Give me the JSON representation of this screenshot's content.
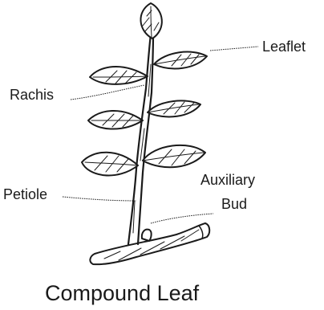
{
  "diagram": {
    "labels": {
      "leaflet": "Leaflet",
      "rachis": "Rachis",
      "petiole": "Petiole",
      "auxiliary_line1": "Auxiliary",
      "auxiliary_line2": "Bud"
    },
    "caption": "Compound Leaf"
  }
}
